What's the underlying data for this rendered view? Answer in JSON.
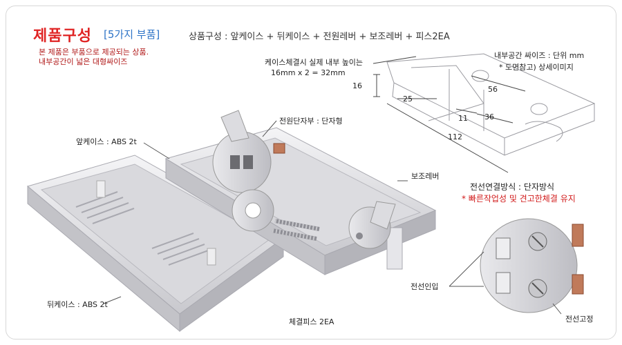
{
  "header": {
    "title": "제품구성",
    "subtitle": "[5가지 부품]",
    "composition": "상품구성 : 앞케이스 + 뒤케이스 + 전원레버 + 보조레버 + 피스2EA"
  },
  "notes": [
    "본 제품은 부품으로 제공되는 상품.",
    "내부공간이 넓은 대형싸이즈"
  ],
  "height_note": [
    "케이스체결시 실제 내부 높이는",
    "16mm x 2 = 32mm"
  ],
  "inner_space": [
    "내부공간 싸이즈 : 단위 mm",
    "* 도면참고) 상세이미지"
  ],
  "dimensions": {
    "d16": "16",
    "d25": "25",
    "d56": "56",
    "d11": "11",
    "d36": "36",
    "d112": "112"
  },
  "labels": {
    "front_case": "앞케이스 : ABS 2t",
    "back_case": "뒤케이스 : ABS 2t",
    "power_terminal": "전원단자부 : 단자형",
    "aux_lever": "보조레버",
    "screws": "체결피스 2EA",
    "wire_inlet": "전선인입",
    "wire_fix": "전선고정"
  },
  "connection": {
    "method": "전선연결방식 : 단자방식",
    "feature": "* 빠른작업성 및 견고한체결 유지"
  },
  "colors": {
    "title_red": "#e02424",
    "subtitle_blue": "#2e74c7",
    "note_red": "#b01717"
  }
}
